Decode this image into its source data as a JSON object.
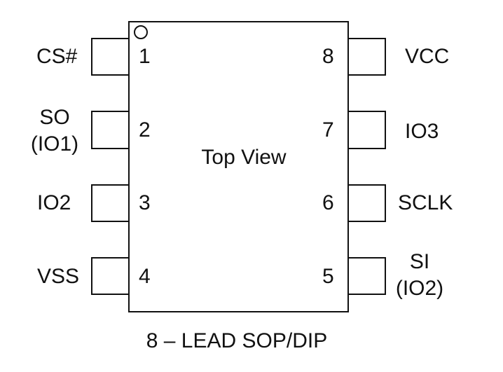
{
  "diagram": {
    "center_text": "Top View",
    "caption": "8 – LEAD SOP/DIP",
    "pins": [
      {
        "num": "1",
        "name": "CS#"
      },
      {
        "num": "2",
        "name_line1": "SO",
        "name_line2": "(IO1)"
      },
      {
        "num": "3",
        "name": "IO2"
      },
      {
        "num": "4",
        "name": "VSS"
      },
      {
        "num": "5",
        "name_line1": "SI",
        "name_line2": "(IO2)"
      },
      {
        "num": "6",
        "name": "SCLK"
      },
      {
        "num": "7",
        "name": "IO3"
      },
      {
        "num": "8",
        "name": "VCC"
      }
    ]
  }
}
